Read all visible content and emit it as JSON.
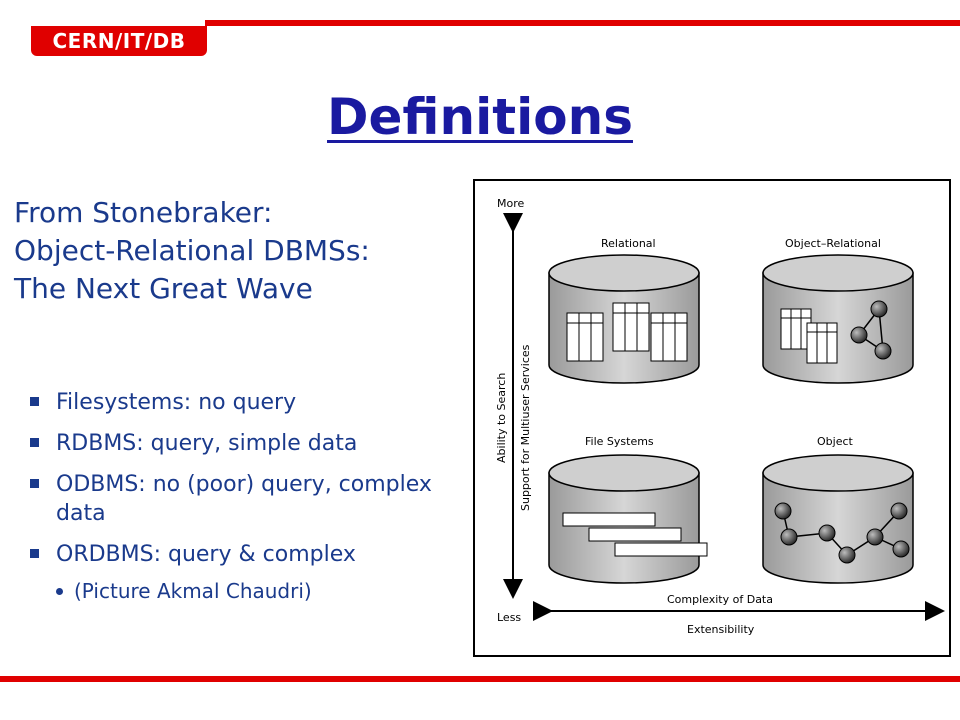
{
  "header": {
    "badge": "CERN/IT/DB",
    "accent_color": "#e00000"
  },
  "title": "Definitions",
  "source": {
    "line1": "From Stonebraker:",
    "line2": "Object-Relational DBMSs:",
    "line3": "The Next Great Wave"
  },
  "bullets": [
    "Filesystems: no query",
    "RDBMS: query, simple data",
    "ODBMS: no (poor) query, complex data",
    "ORDBMS: query & complex"
  ],
  "sub_bullet": "(Picture Akmal Chaudri)",
  "figure": {
    "more": "More",
    "less": "Less",
    "y_label_1": "Ability to Search",
    "y_label_2": "Support for Multiuser Services",
    "x_label_1": "Complexity of Data",
    "x_label_2": "Extensibility",
    "quadrants": {
      "top_left": "Relational",
      "top_right": "Object–Relational",
      "bottom_left": "File Systems",
      "bottom_right": "Object"
    }
  }
}
